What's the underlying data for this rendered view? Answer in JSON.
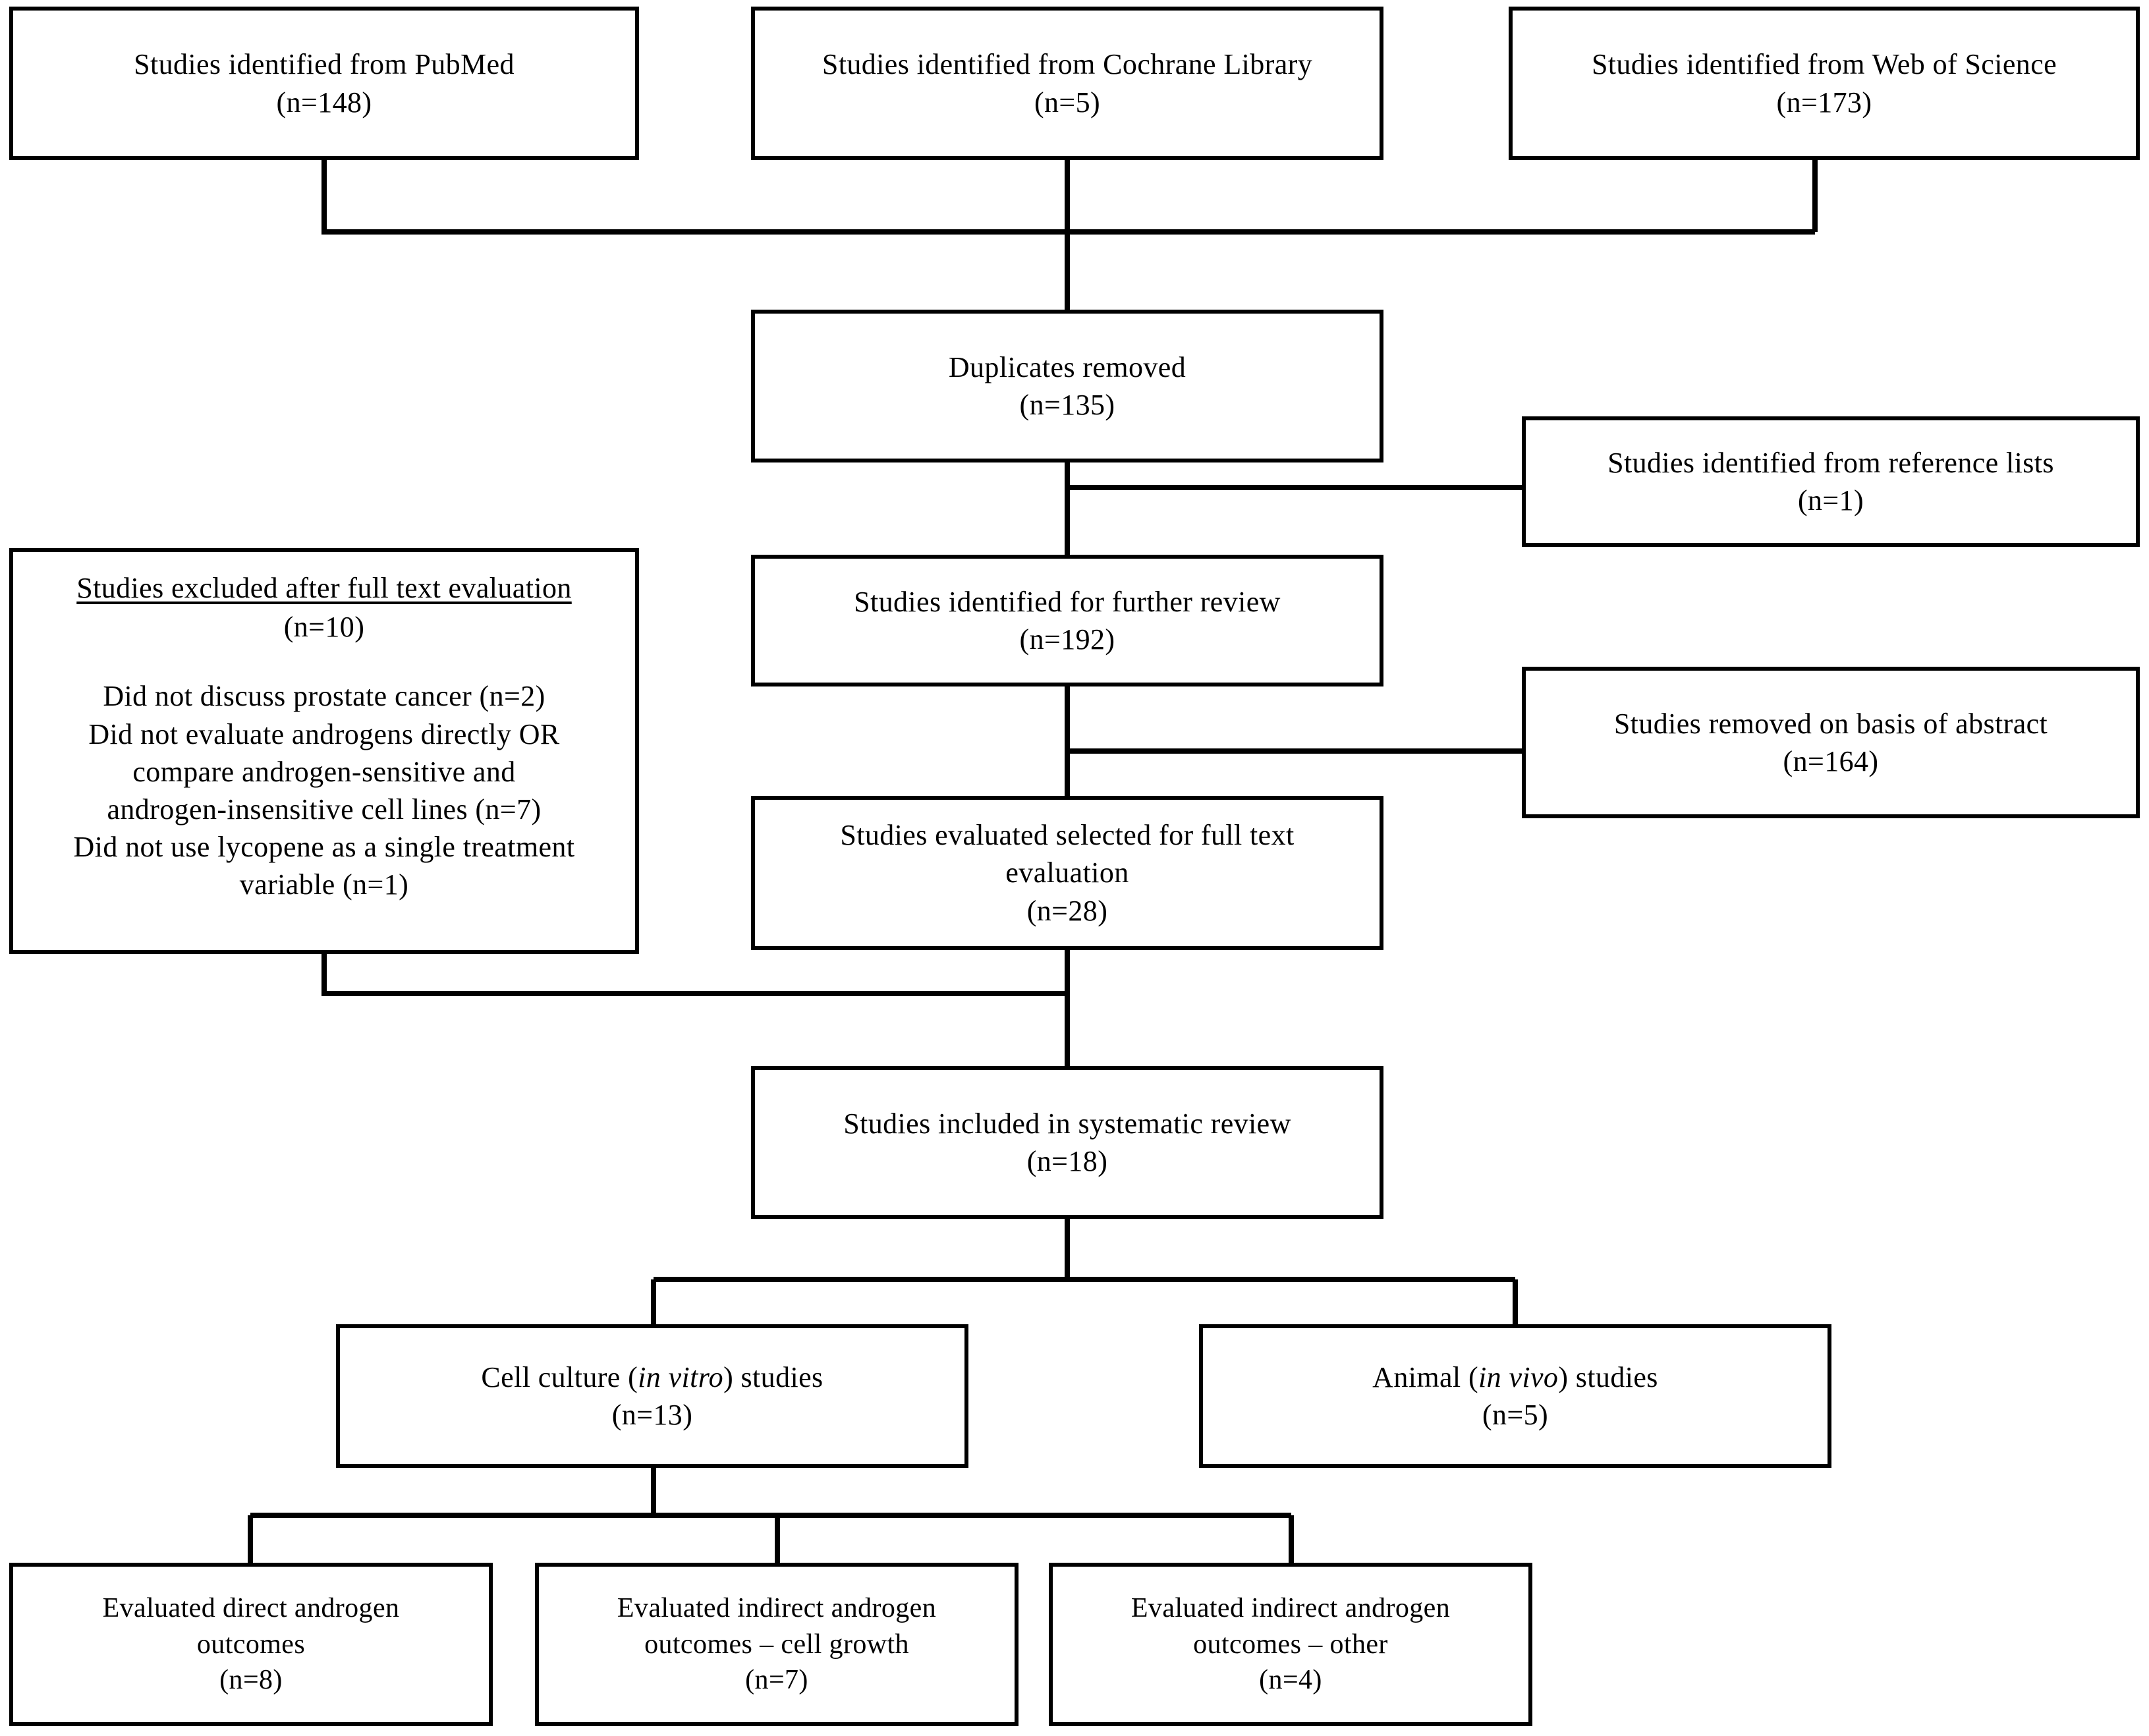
{
  "diagram": {
    "title": "PRISMA study selection flow diagram",
    "line_color": "#000000",
    "box_fill": "#ffffff",
    "box_border": "#000000"
  },
  "nodes": {
    "pubmed": {
      "line1": "Studies identified from PubMed",
      "line2": "(n=148)"
    },
    "cochrane": {
      "line1": "Studies identified from Cochrane Library",
      "line2": "(n=5)"
    },
    "webofscience": {
      "line1": "Studies identified from Web of Science",
      "line2": "(n=173)"
    },
    "duplicates": {
      "line1": "Duplicates removed",
      "line2": "(n=135)"
    },
    "reference_lists": {
      "line1": "Studies identified from reference lists",
      "line2": "(n=1)"
    },
    "further_review": {
      "line1": "Studies identified for further review",
      "line2": "(n=192)"
    },
    "removed_abstract": {
      "line1": "Studies removed on basis of abstract",
      "line2": "(n=164)"
    },
    "fulltext_eval": {
      "line1": "Studies evaluated selected for full text",
      "line2": "evaluation",
      "line3": "(n=28)"
    },
    "excluded": {
      "header": "Studies excluded after full text evaluation",
      "count": "(n=10)",
      "reasons": [
        "Did not discuss prostate cancer (n=2)",
        "Did not evaluate androgens directly OR",
        "compare androgen-sensitive and",
        "androgen-insensitive cell lines (n=7)",
        "Did not use lycopene as a single treatment",
        "variable (n=1)"
      ]
    },
    "included": {
      "line1": "Studies included in systematic review",
      "line2": "(n=18)"
    },
    "cell_culture": {
      "pre": "Cell culture (",
      "italic": "in vitro",
      "post": ") studies",
      "line2": "(n=13)"
    },
    "animal": {
      "pre": "Animal (",
      "italic": "in vivo",
      "post": ") studies",
      "line2": "(n=5)"
    },
    "direct_outcomes": {
      "line1": "Evaluated direct androgen",
      "line2": "outcomes",
      "line3": "(n=8)"
    },
    "indirect_growth": {
      "line1": "Evaluated indirect androgen",
      "line2": "outcomes – cell growth",
      "line3": "(n=7)"
    },
    "indirect_other": {
      "line1": "Evaluated indirect androgen",
      "line2": "outcomes – other",
      "line3": "(n=4)"
    }
  }
}
